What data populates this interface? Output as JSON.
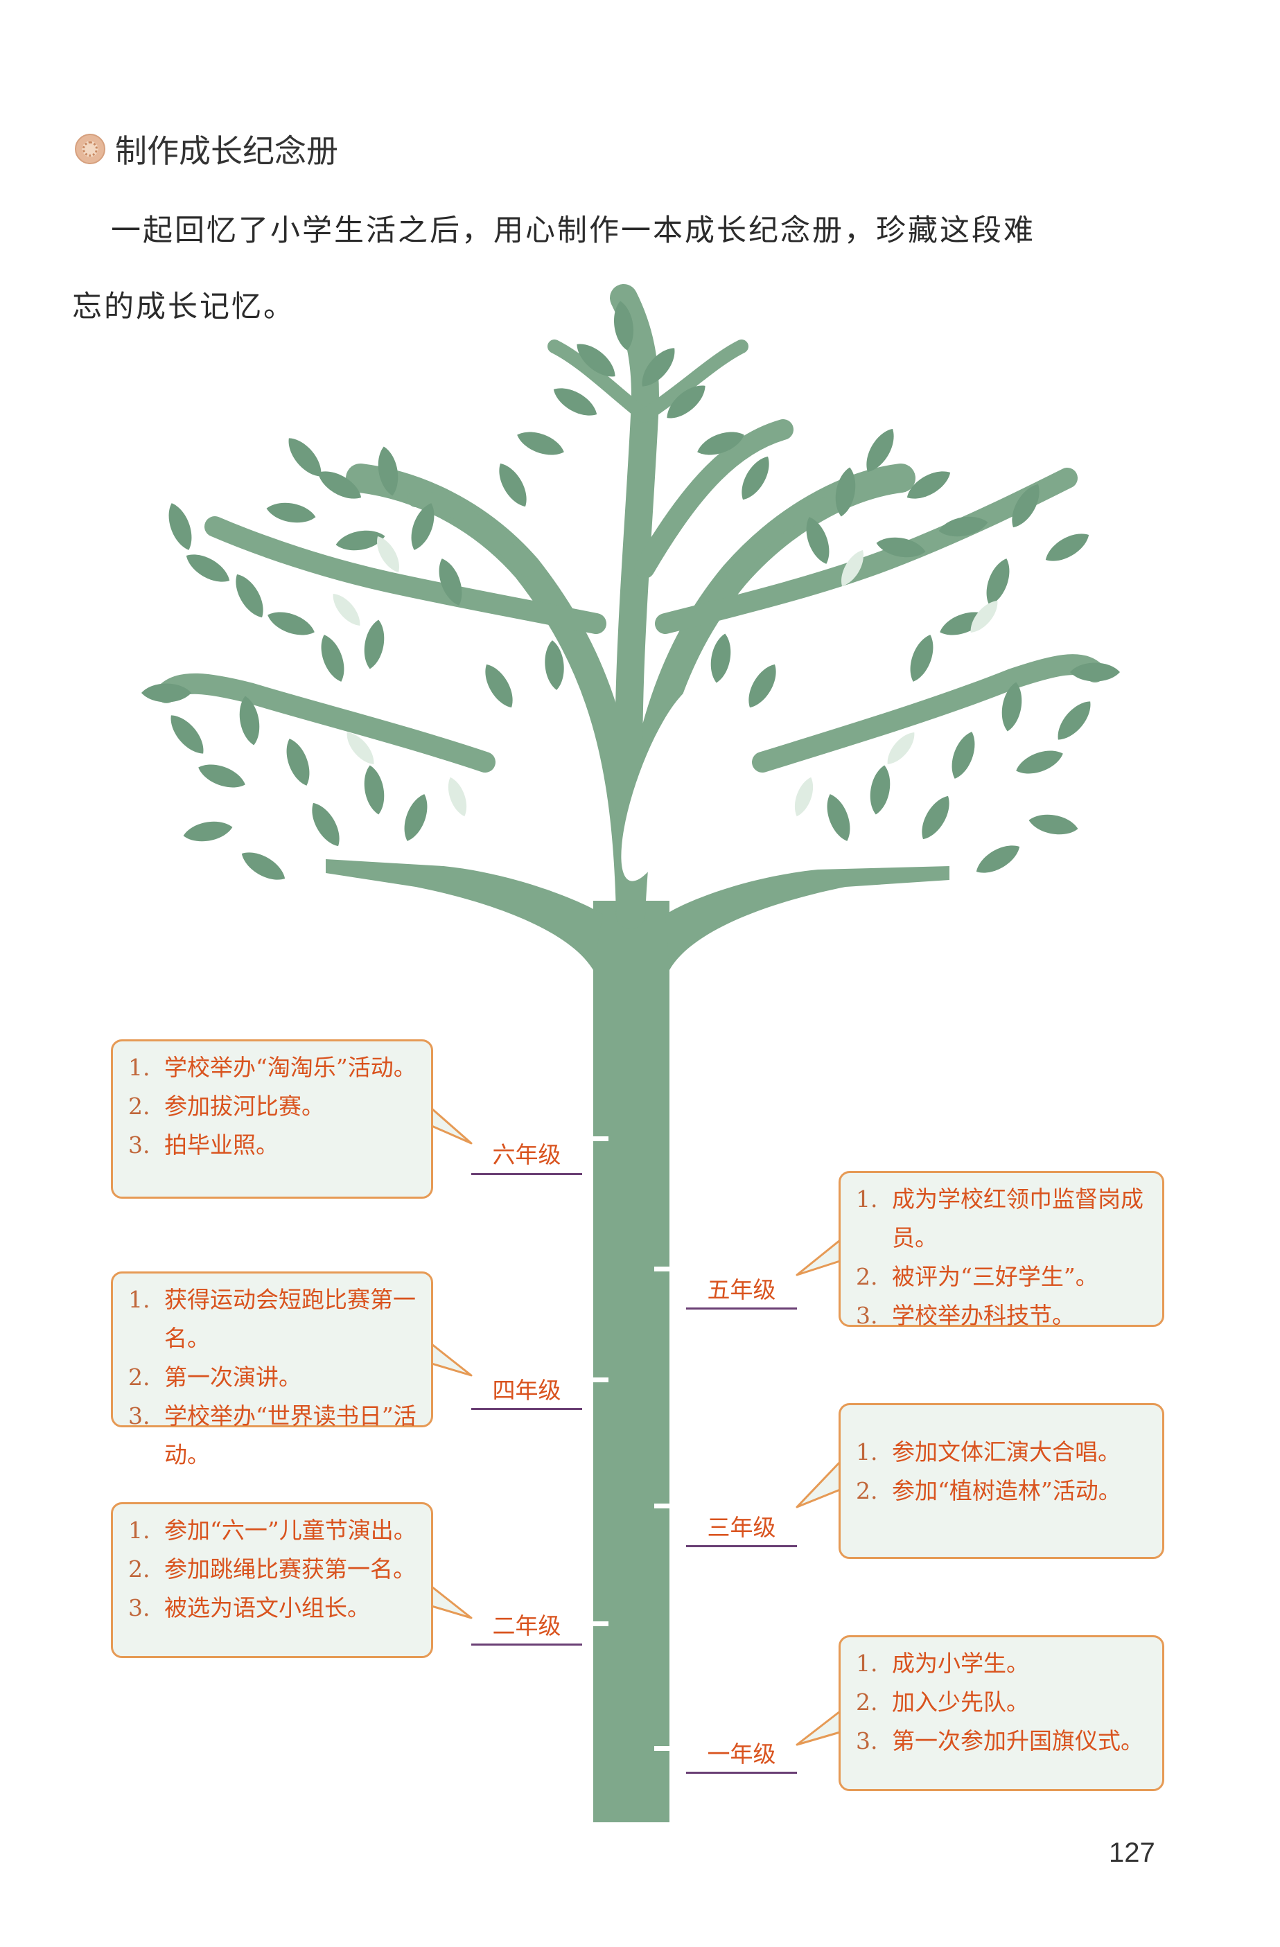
{
  "section": {
    "title": "制作成长纪念册"
  },
  "intro": {
    "line1": "一起回忆了小学生活之后，用心制作一本成长纪念册，珍藏这段难",
    "line2": "忘的成长记忆。"
  },
  "grades": [
    {
      "label": "六年级",
      "items": [
        "学校举办“淘淘乐”活动。",
        "参加拔河比赛。",
        "拍毕业照。"
      ]
    },
    {
      "label": "五年级",
      "items": [
        "成为学校红领巾监督岗成员。",
        "被评为“三好学生”。",
        "学校举办科技节。"
      ]
    },
    {
      "label": "四年级",
      "items": [
        "获得运动会短跑比赛第一名。",
        "第一次演讲。",
        "学校举办“世界读书日”活动。"
      ]
    },
    {
      "label": "三年级",
      "items": [
        "参加文体汇演大合唱。",
        "参加“植树造林”活动。"
      ]
    },
    {
      "label": "二年级",
      "items": [
        "参加“六一”儿童节演出。",
        "参加跳绳比赛获第一名。",
        "被选为语文小组长。"
      ]
    },
    {
      "label": "一年级",
      "items": [
        "成为小学生。",
        "加入少先队。",
        "第一次参加升国旗仪式。"
      ]
    }
  ],
  "numbers": [
    "1.",
    "2.",
    "3."
  ],
  "page_number": "127",
  "colors": {
    "tree": "#7fa88b",
    "leaf": "#6f9b7e",
    "bubble_border": "#e69a55",
    "bubble_fill": "#eef4ef",
    "handwriting": "#d9531e",
    "grade_underline": "#6a3f74"
  }
}
